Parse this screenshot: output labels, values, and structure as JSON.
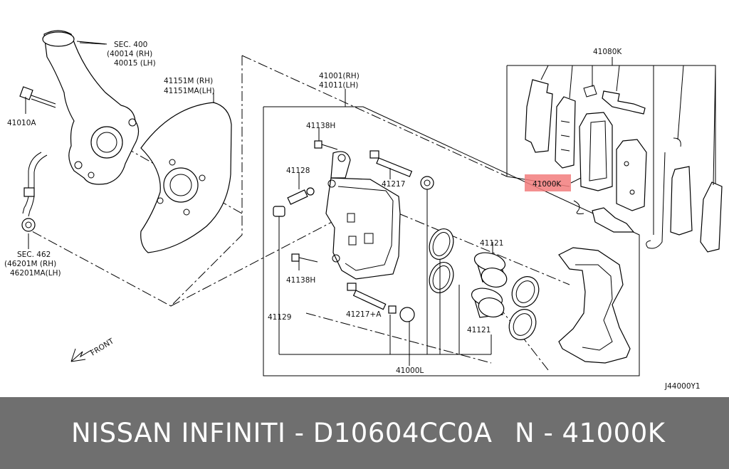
{
  "labels": {
    "sec400_title": "SEC. 400",
    "sec400_rh": "(40014 (RH)",
    "sec400_lh": "40015 (LH)",
    "p41010A": "41010A",
    "p41151_rh": "41151M (RH)",
    "p41151_lh": "41151MA(LH)",
    "p41001_rh": "41001(RH)",
    "p41011_lh": "41011(LH)",
    "p41138H_top": "41138H",
    "p41128": "41128",
    "p41217": "41217",
    "p41121_top": "41121",
    "p41138H_bottom": "41138H",
    "p41129": "41129",
    "p41217A": "41217+A",
    "p41121_bottom": "41121",
    "p41000L": "41000L",
    "p41080K": "41080K",
    "p41000K": "41000K",
    "sec462_title": "SEC. 462",
    "sec462_rh": "(46201M (RH)",
    "sec462_lh": "46201MA(LH)",
    "front": "FRONT",
    "diagram_code": "J44000Y1"
  },
  "footer": {
    "left_text": "NISSAN  INFINITI - D10604CC0A",
    "right_text": "N - 41000K"
  },
  "colors": {
    "highlight": "#f27d7d",
    "footer_bg": "#6f6f6f",
    "footer_text": "#ffffff"
  }
}
